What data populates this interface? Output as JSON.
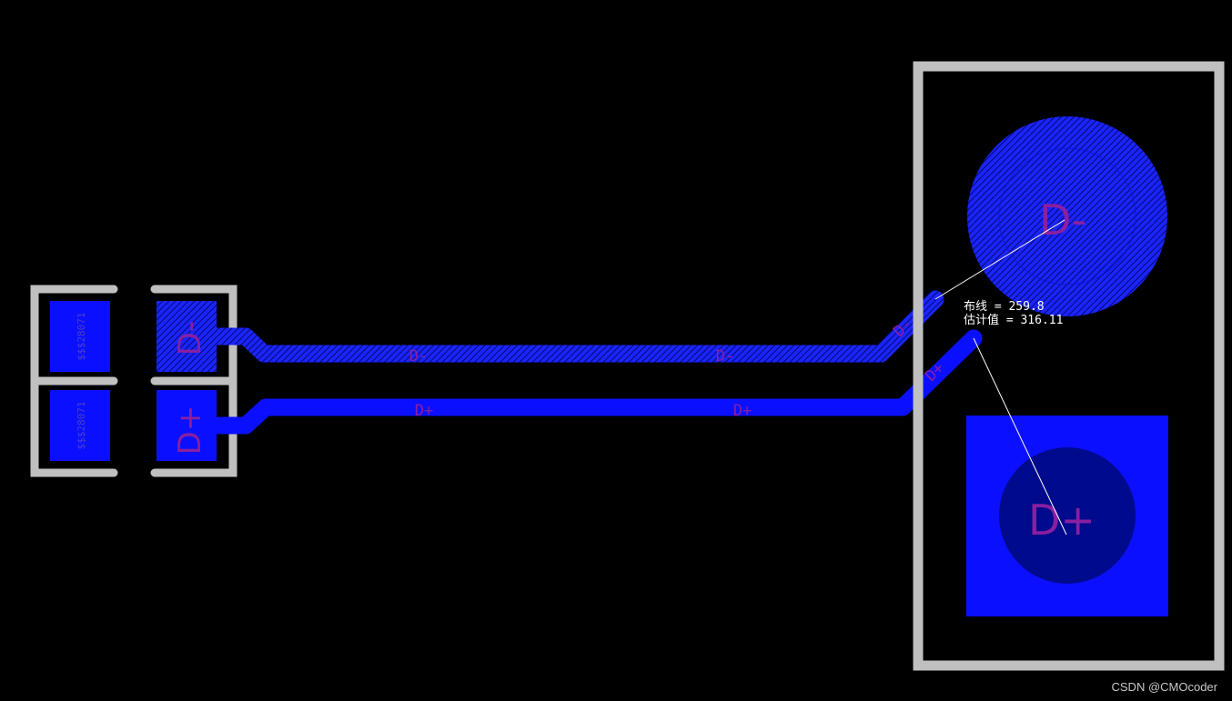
{
  "colors": {
    "background": "#000000",
    "silkscreen": "#c0c0c0",
    "copper": "#0a10ff",
    "copper_hatch": "#06086a",
    "pad_dark": "#000a8c",
    "label": "#8a1fa0",
    "ratsnest": "#ffffff"
  },
  "connector": {
    "pads": [
      {
        "id": "pad-dminus",
        "label": "D-"
      },
      {
        "id": "pad-dplus",
        "label": "D+"
      }
    ]
  },
  "resistor": {
    "labels": [
      "$$$28071",
      "$$$28071"
    ]
  },
  "nets": {
    "dminus": {
      "name": "D-",
      "trace_labels": [
        "D-",
        "D-",
        "D-"
      ]
    },
    "dplus": {
      "name": "D+",
      "trace_labels": [
        "D+",
        "D+",
        "D+"
      ]
    }
  },
  "measurement": {
    "routed": "布线 = 259.8",
    "estimated": "估计值 = 316.11"
  },
  "watermark": "CSDN @CMOcoder"
}
